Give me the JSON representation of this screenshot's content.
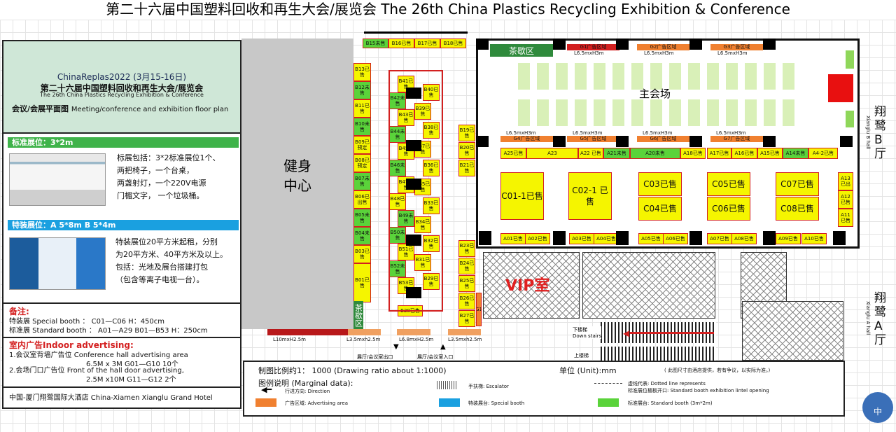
{
  "title": "第二十六届中国塑料回收和再生大会/展览会 The 26th China Plastics Recycling Exhibition & Conference",
  "panel": {
    "event": "ChinaReplas2022 (3月15-16日)",
    "cn_name": "第二十六届中国塑料回收和再生大会/展览会",
    "en_name": "The 26th China Plastics Recycling Exhibition & Conference",
    "plan_cn": "会议/会展平面图",
    "plan_en": "Meeting/conference and exhibition floor plan",
    "std_bar": "标准展位：3*2m",
    "std_text": [
      "标展包括：3*2标准展位1个、",
      "两把椅子，一个台桌，",
      "两盏射灯，一个220V电源",
      "门楣文字， 一个垃圾桶。"
    ],
    "spc_bar": "特装展位：A 5*8m  B 5*4m",
    "spc_text": [
      "特装展位20平方米起租，分别",
      "为20平方米、40平方米及以上。",
      "包括：光地及展台搭建打包",
      "（包含等离子电视一台）。"
    ],
    "note_head": "备注:",
    "note1": "特装展  Special booth ： C01—C06    H：450cm",
    "note2": "标准展  Standard booth ： A01—A29  B01—B53  H：250cm",
    "adv_head": "室内广告Indoor advertising:",
    "adv1": "1.会议室背墙广告位  Conference hall advertising area",
    "adv1b": "6.5M x 3M   G01—G10   10个",
    "adv2": "2.会场门口广告位    Front of the hall door advertising,",
    "adv2b": "2.5M x10M   G11—G12     2个",
    "hotel": "中国-厦门翔鹭国际大酒店 China-Xiamen Xianglu Grand Hotel"
  },
  "gym": "健身中心",
  "vip": "VIP室",
  "main_hall": "主会场",
  "tea": "茶歇区",
  "tea_v": "茶歇区",
  "hall_b": "翔鹭B厅",
  "hall_b_en": "Xianglu B hall",
  "hall_a": "翔鹭A厅",
  "hall_a_en": "Xianglu A hall",
  "stairs_down": "下楼梯",
  "stairs_down_en": "Down stairs",
  "stairs_up": "上楼梯",
  "exit": "展厅/会议室出口",
  "entrance": "展厅/会议室入口",
  "top_ads": [
    "G1广告区域",
    "G2广告区域",
    "G3广告区域"
  ],
  "mid_ads": [
    "G4广告区域",
    "G5广告区域",
    "G6广告区域",
    "G7广告区域"
  ],
  "dim_top": "L6.5mxH3m",
  "dim_bottom": [
    "L10mxH2.5m",
    "L3.5mxh2.5m",
    "L6.8mxH2.5m",
    "L3.5mxh2.5m"
  ],
  "legend": {
    "scale": "制图比例约1： 1000   (Drawing ratio about 1:1000)",
    "unit": "单位  (Unit):mm",
    "source": "( 此图尺寸由酒店提供，若有争议，以实际为准。)",
    "marginal": "图例说明  (Marginal data):",
    "direction": "行进方向: Direction",
    "escalator": "手扶梯: Escalator",
    "dotted": "虚线代表: Dotted line represents",
    "lintel": "标准展位楣板开口: Standard booth exhibition lintel opening",
    "adv": "广告区域: Advertising area",
    "special": "特装展台: Special booth",
    "standard": "标准展台: Standard booth (3m*2m)",
    "adv_color": "#f08030",
    "special_color": "#1aa0e0",
    "standard_color": "#5ad33a"
  },
  "booths": {
    "b_top": [
      "B15未售",
      "B16已售",
      "B17已售",
      "B18已售"
    ],
    "b_left": [
      "B13已售",
      "B12未售",
      "B11已售",
      "B10未售",
      "B09已预定",
      "B08已预定",
      "B07未售",
      "B06已出售",
      "B05未售",
      "B04未售",
      "B03已售",
      "B01已售"
    ],
    "b_mid_l": [
      "B41已售",
      "B42未售",
      "B43已售",
      "B44未售",
      "B45已售",
      "B46未售",
      "B47已售",
      "B48已售",
      "B49未售",
      "B50未售",
      "B51已售",
      "B52未售",
      "B53已售",
      "B28已售"
    ],
    "b_mid_r": [
      "B40已售",
      "B39已售",
      "B38已售",
      "B37已售",
      "B36已售",
      "B35已售",
      "B33已售",
      "B34已售",
      "B32已售",
      "B31已售",
      "B29已售"
    ],
    "b_right": [
      "B19已售",
      "B20已售",
      "B21已售",
      "B23已售",
      "B24已售",
      "B25已售",
      "B26已售",
      "B27已售"
    ],
    "g1": "G1",
    "a_top": [
      "A25已售",
      "A23",
      "A22 已售",
      "A21未售",
      "A20未售",
      "A18已售",
      "A17已售",
      "A16已售",
      "A15已售",
      "A14未售",
      "A4-2已售"
    ],
    "a_bottom": [
      "A01已售",
      "A02已售",
      "A03已售",
      "A04已售",
      "A05已售",
      "A06已售",
      "A07已售",
      "A08已售",
      "A09已售",
      "A10已售"
    ],
    "a_right": [
      "A13已出",
      "A12已售",
      "A11已售"
    ],
    "c": [
      "C01-1已售",
      "C02-1 已售",
      "C03已售",
      "C04已售",
      "C05已售",
      "C06已售",
      "C07已售",
      "C08已售"
    ]
  }
}
